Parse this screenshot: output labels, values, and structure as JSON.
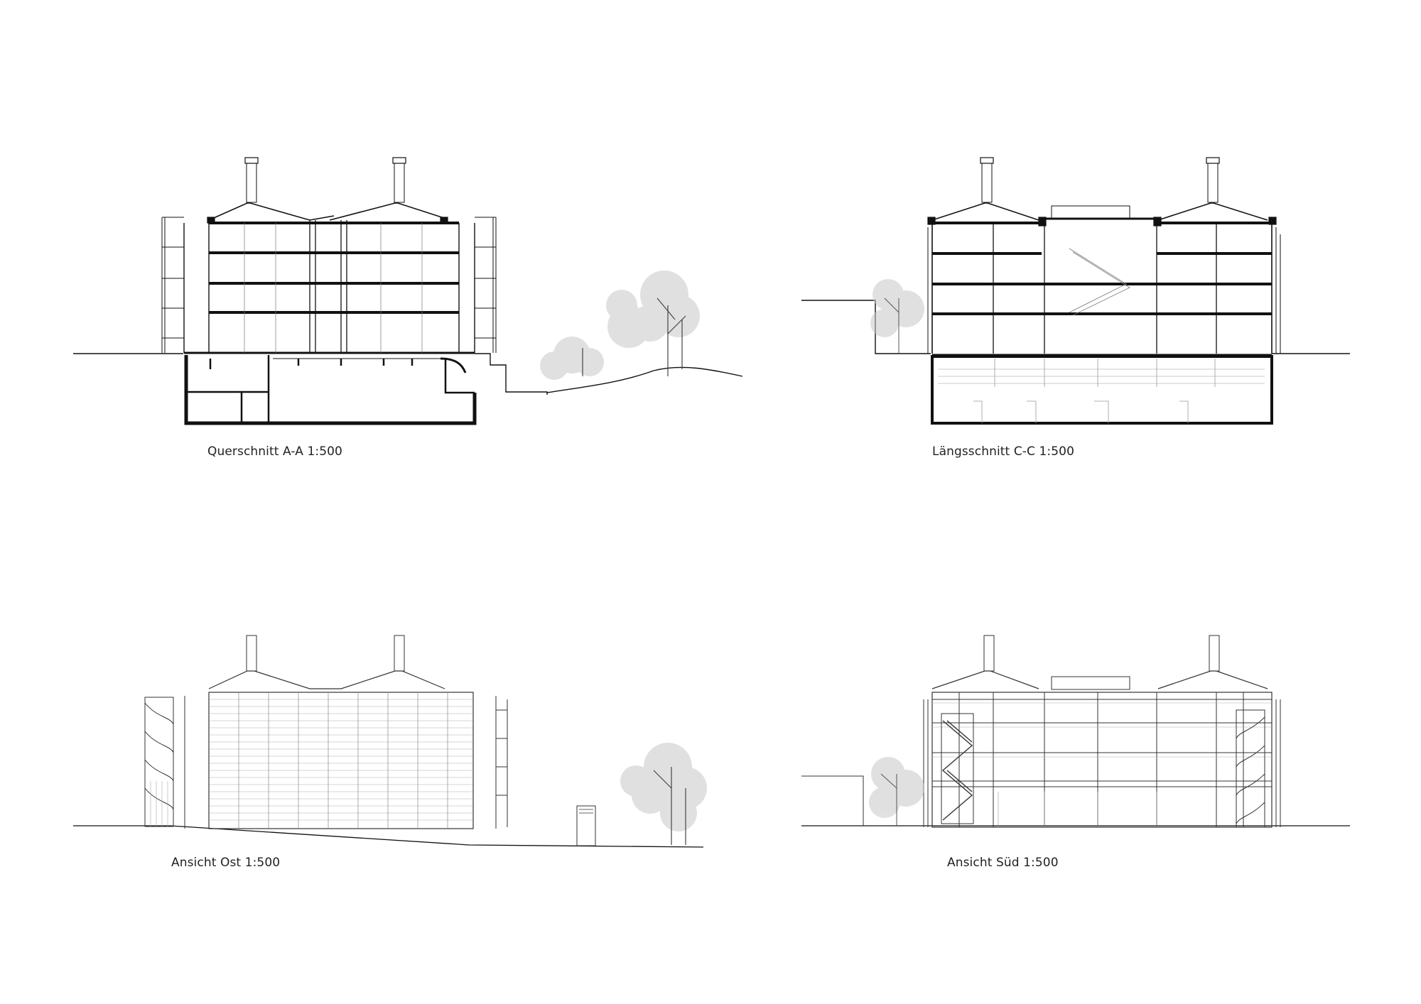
{
  "drawings": [
    {
      "id": "querschnitt",
      "caption": "Querschnitt A-A 1:500"
    },
    {
      "id": "laengsschnitt",
      "caption": "Längsschnitt C-C 1:500"
    },
    {
      "id": "ansicht-ost",
      "caption": "Ansicht Ost 1:500"
    },
    {
      "id": "ansicht-sued",
      "caption": "Ansicht Süd 1:500"
    }
  ],
  "colors": {
    "ink": "#111111",
    "fine": "#555555",
    "tree": "#9a9a9a",
    "paper": "#ffffff"
  }
}
